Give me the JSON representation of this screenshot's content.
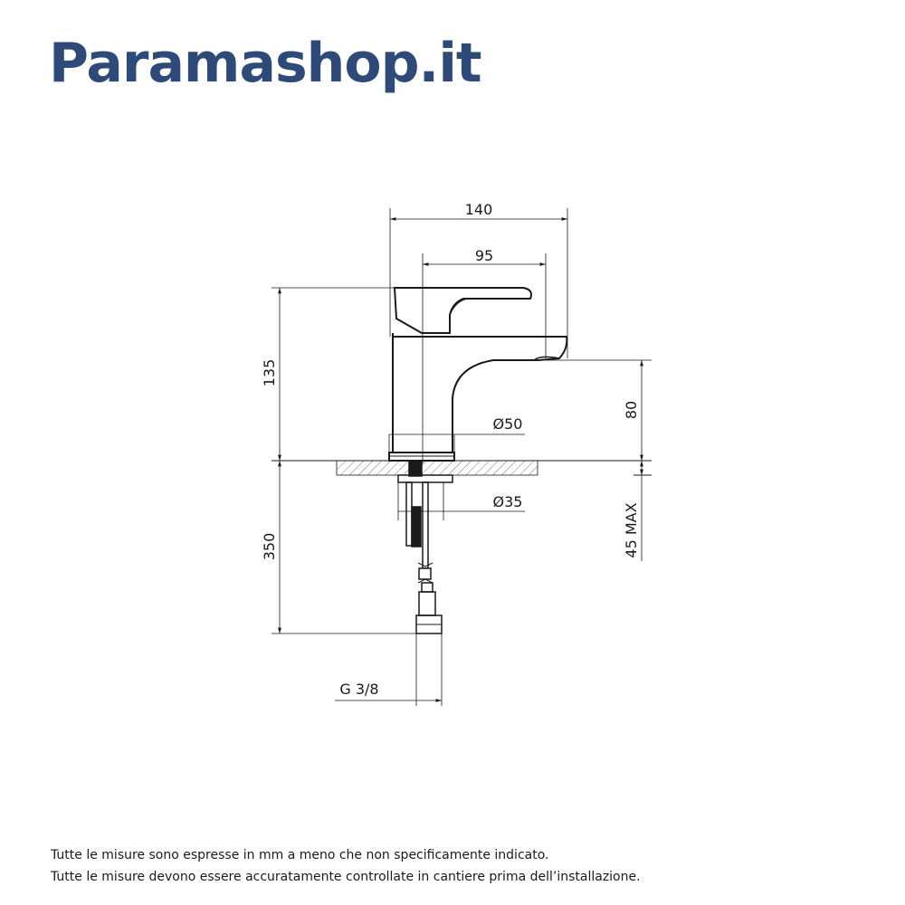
{
  "brand": {
    "name": "Paramashop.it",
    "color": "#2d4a78"
  },
  "dimensions": {
    "width_total": "140",
    "spout_reach": "95",
    "height_total": "135",
    "spout_height": "80",
    "base_diameter": "Ø50",
    "shank_diameter": "Ø35",
    "deck_thickness": "45 MAX",
    "hose_length": "350",
    "connection": "G 3/8"
  },
  "footer": {
    "note_1": "Tutte le misure sono espresse in mm a meno che non specificamente indicato.",
    "note_2": "Tutte le misure devono essere accuratamente controllate in cantiere prima dell’installazione."
  }
}
